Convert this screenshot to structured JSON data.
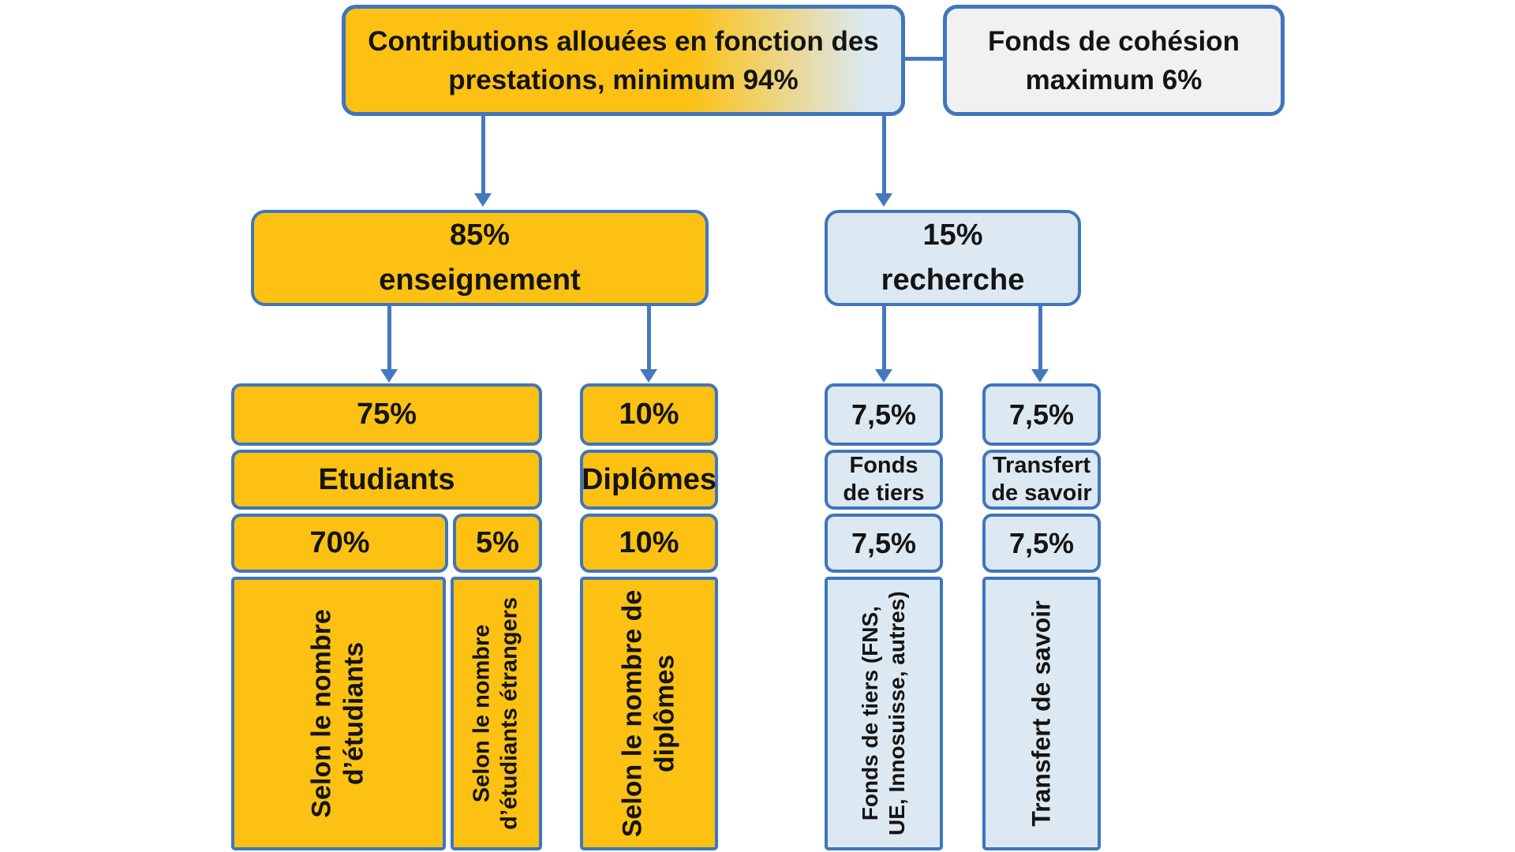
{
  "diagram": {
    "root": {
      "lines": [
        "Contributions allouées en fonction des",
        "prestations, minimum 94%"
      ],
      "full_text": "Contributions allouées en fonction des prestations, minimum 94%"
    },
    "cohesion": {
      "lines": [
        "Fonds de cohésion",
        "maximum 6%"
      ],
      "full_text": "Fonds de cohésion maximum 6%"
    },
    "teaching": {
      "percent": "85%",
      "label": "enseignement"
    },
    "research": {
      "percent": "15%",
      "label": "recherche"
    },
    "students": {
      "share": "75%",
      "category": "Etudiants",
      "domestic": {
        "share": "70%",
        "lines": [
          "Selon le nombre",
          "d’étudiants"
        ],
        "full_text": "Selon le nombre d’étudiants"
      },
      "foreign": {
        "share": "5%",
        "lines": [
          "Selon le nombre",
          "d’étudiants étrangers"
        ],
        "full_text": "Selon le nombre d’étudiants étrangers"
      }
    },
    "diplomas": {
      "share": "10%",
      "category": "Diplômes",
      "detail": {
        "share": "10%",
        "lines": [
          "Selon le nombre de",
          "diplômes"
        ],
        "full_text": "Selon le nombre de diplômes"
      }
    },
    "third_party": {
      "share": "7,5%",
      "category_lines": [
        "Fonds",
        "de tiers"
      ],
      "detail": {
        "share": "7,5%",
        "lines": [
          "Fonds de tiers (FNS,",
          "UE, Innosuisse, autres)"
        ],
        "full_text": "Fonds de tiers (FNS, UE, Innosuisse, autres)"
      }
    },
    "knowledge": {
      "share": "7,5%",
      "category_lines": [
        "Transfert",
        "de savoir"
      ],
      "detail": {
        "share": "7,5%",
        "lines": [
          "Transfert de savoir"
        ],
        "full_text": "Transfert de savoir"
      }
    }
  },
  "colors": {
    "gold": "#FCC113",
    "light_blue": "#DCE9F3",
    "gray": "#F1F1F2",
    "border_blue": "#3F76BC",
    "arrow_blue": "#4579BE",
    "text": "#141414"
  }
}
